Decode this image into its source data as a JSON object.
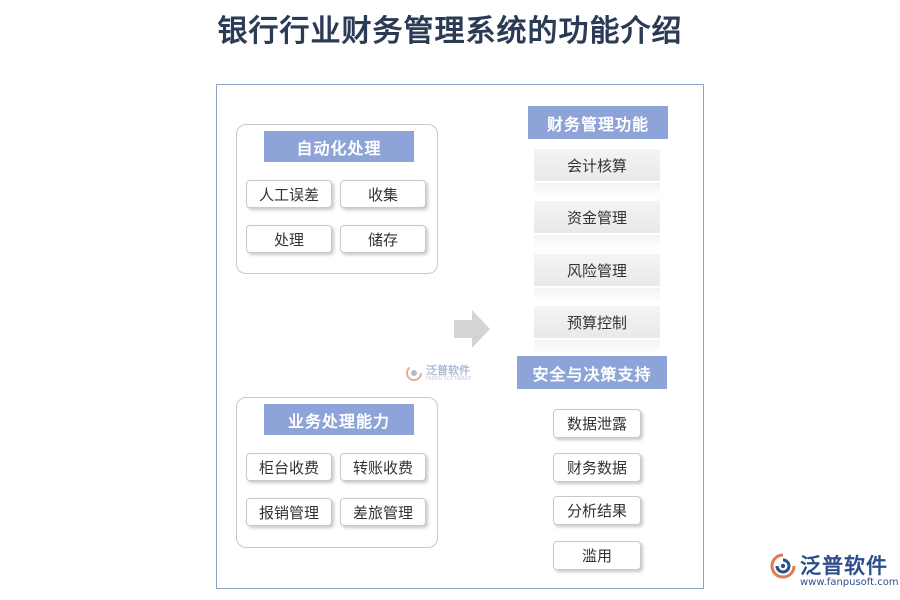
{
  "title": "银行行业财务管理系统的功能介绍",
  "automation": {
    "header": "自动化处理",
    "items": [
      "人工误差",
      "收集",
      "处理",
      "储存"
    ]
  },
  "business": {
    "header": "业务处理能力",
    "items": [
      "柜台收费",
      "转账收费",
      "报销管理",
      "差旅管理"
    ]
  },
  "finance": {
    "header": "财务管理功能",
    "items": [
      "会计核算",
      "资金管理",
      "风险管理",
      "预算控制"
    ]
  },
  "security": {
    "header": "安全与决策支持",
    "items": [
      "数据泄露",
      "财务数据",
      "分析结果",
      "滥用"
    ]
  },
  "watermark": {
    "text": "泛普软件",
    "sub": "FANPU SOFTWARE"
  },
  "logo": {
    "text": "泛普软件",
    "url": "www.fanpusoft.com"
  },
  "colors": {
    "header_fill": "#8ea4d8",
    "title_text": "#2b3a55",
    "frame_border": "#8da3c4",
    "logo_blue": "#2c4f8c"
  }
}
